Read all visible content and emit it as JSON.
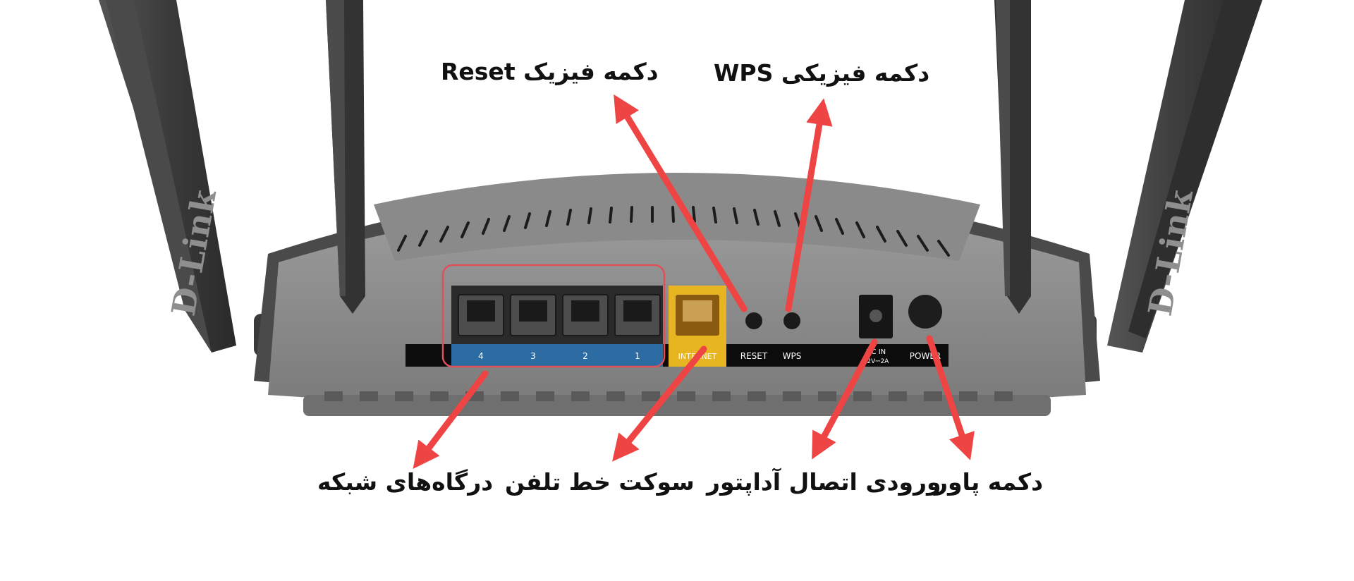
{
  "callouts": {
    "reset": "دکمه فیزیک Reset",
    "wps": "دکمه فیزیکی WPS",
    "lan_ports": "درگاه‌های شبکه",
    "phone_socket": "سوکت خط تلفن",
    "adapter_input": "ورودی اتصال آداپتور",
    "power": "دکمه پاور"
  },
  "router_labels": {
    "brand": "D-Link",
    "lan_port_numbers": [
      "4",
      "3",
      "2",
      "1"
    ],
    "internet": "INTERNET",
    "reset": "RESET",
    "wps": "WPS",
    "dc_in": "DC IN",
    "dc_rating": "12V⎓2A",
    "power": "POWER"
  },
  "colors": {
    "arrow": "#ef4444",
    "highlight_box": "#e0505a",
    "lan_strip": "#2c6ca3",
    "internet_port": "#e7b521",
    "router_body": "#8e8e8e"
  }
}
